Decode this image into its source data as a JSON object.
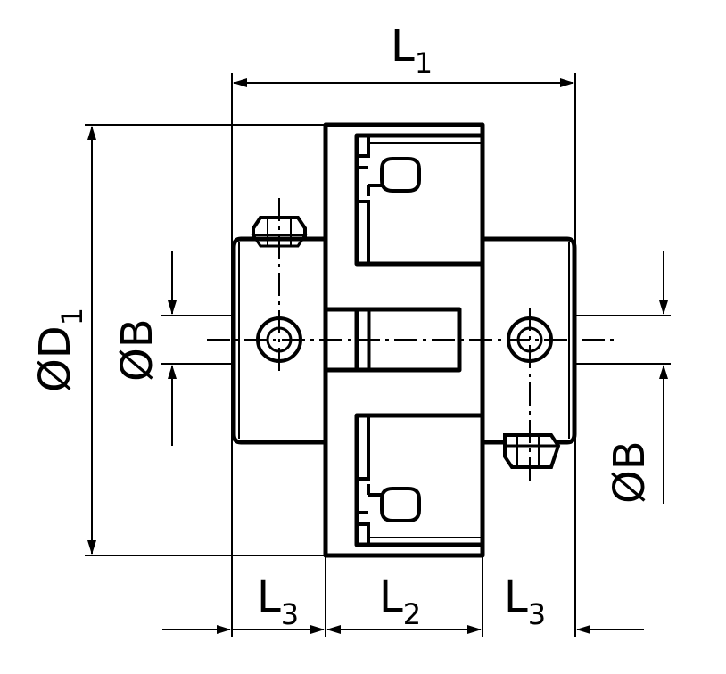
{
  "labels": {
    "L": "L",
    "sub1": "1",
    "sub2": "2",
    "sub3": "3",
    "diameter_D": "ØD",
    "diameter_B": "ØB"
  },
  "colors": {
    "line": "#000000",
    "background": "#ffffff"
  }
}
